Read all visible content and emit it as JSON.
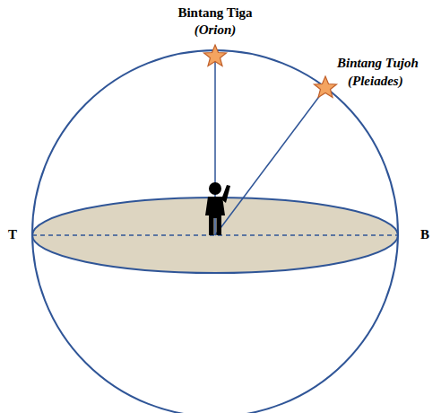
{
  "diagram": {
    "labels": [
      "Bintang Tiga",
      "(Orion)",
      "Bintang Tujoh",
      "(Pleiades)",
      "T",
      "B"
    ]
  }
}
